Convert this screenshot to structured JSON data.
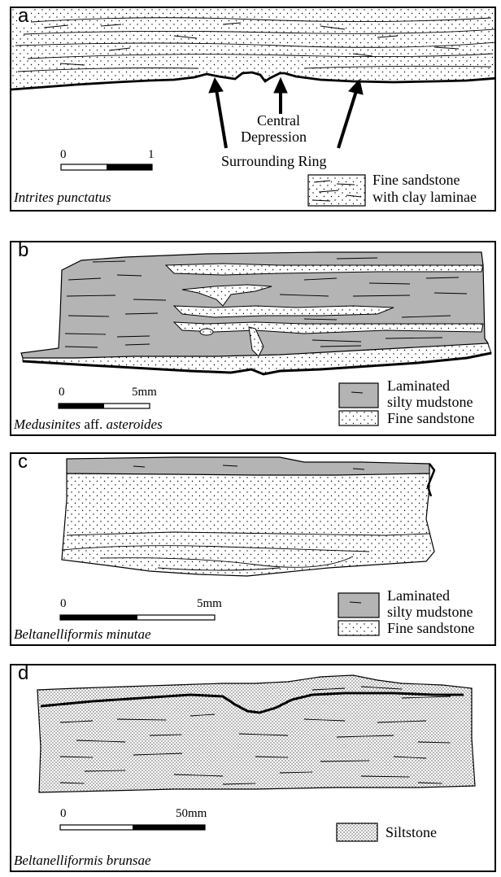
{
  "panels": {
    "a": {
      "label": "a",
      "species": "Intrites punctatus",
      "scale": {
        "start": "0",
        "end": "1"
      },
      "annotations": {
        "central": "Central",
        "depression": "Depression",
        "ring": "Surrounding Ring"
      },
      "legend": [
        {
          "name": "Fine sandstone with clay laminae",
          "line1": "Fine sandstone",
          "line2": "with clay laminae"
        }
      ]
    },
    "b": {
      "label": "b",
      "species_italic_1": "Medusinites",
      "species_roman": " aff. ",
      "species_italic_2": "asteroides",
      "scale": {
        "start": "0",
        "end": "5mm"
      },
      "legend": [
        {
          "name": "Laminated silty mudstone",
          "line1": "Laminated",
          "line2": "silty mudstone"
        },
        {
          "name": "Fine sandstone",
          "line1": "Fine sandstone"
        }
      ]
    },
    "c": {
      "label": "c",
      "species": "Beltanelliformis minutae",
      "scale": {
        "start": "0",
        "end": "5mm"
      },
      "legend": [
        {
          "name": "Laminated silty mudstone",
          "line1": "Laminated",
          "line2": "silty mudstone"
        },
        {
          "name": "Fine sandstone",
          "line1": "Fine sandstone"
        }
      ]
    },
    "d": {
      "label": "d",
      "species": "Beltanelliformis brunsae",
      "scale": {
        "start": "0",
        "end": "50mm"
      },
      "legend": [
        {
          "name": "Siltstone",
          "line1": "Siltstone"
        }
      ]
    }
  },
  "colors": {
    "mudstone": "#b4b4b4",
    "outline": "#000000",
    "background": "#ffffff"
  }
}
